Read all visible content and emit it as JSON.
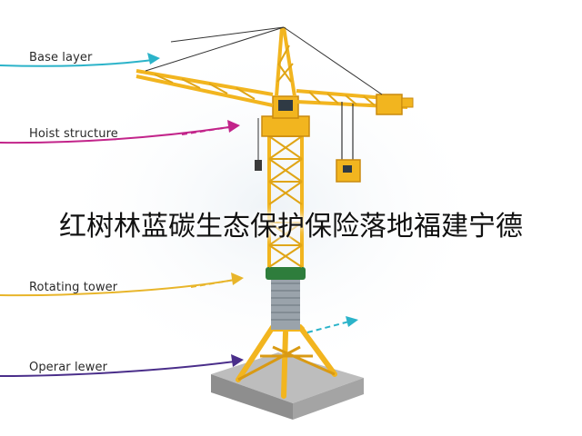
{
  "labels": {
    "base_layer": "Base layer",
    "hoist_structure": "Hoist structure",
    "rotating_tower": "Rotating tower",
    "operar_lewer": "Operar lewer"
  },
  "overlay_title": "红树林蓝碳生态保护保险落地福建宁德",
  "colors": {
    "crane_yellow": "#f2b51f",
    "crane_outline": "#c98a0e",
    "tower_green": "#2e7d3c",
    "mast_gray": "#9aa3ab",
    "base_gray": "#8e8e8e",
    "arrow_cyan": "#2bb3c9",
    "arrow_magenta": "#c2248a",
    "arrow_yellow": "#e8b52a",
    "arrow_purple": "#4a2e8a"
  },
  "icons": [
    "tower-crane-illustration",
    "arrow-icon"
  ]
}
